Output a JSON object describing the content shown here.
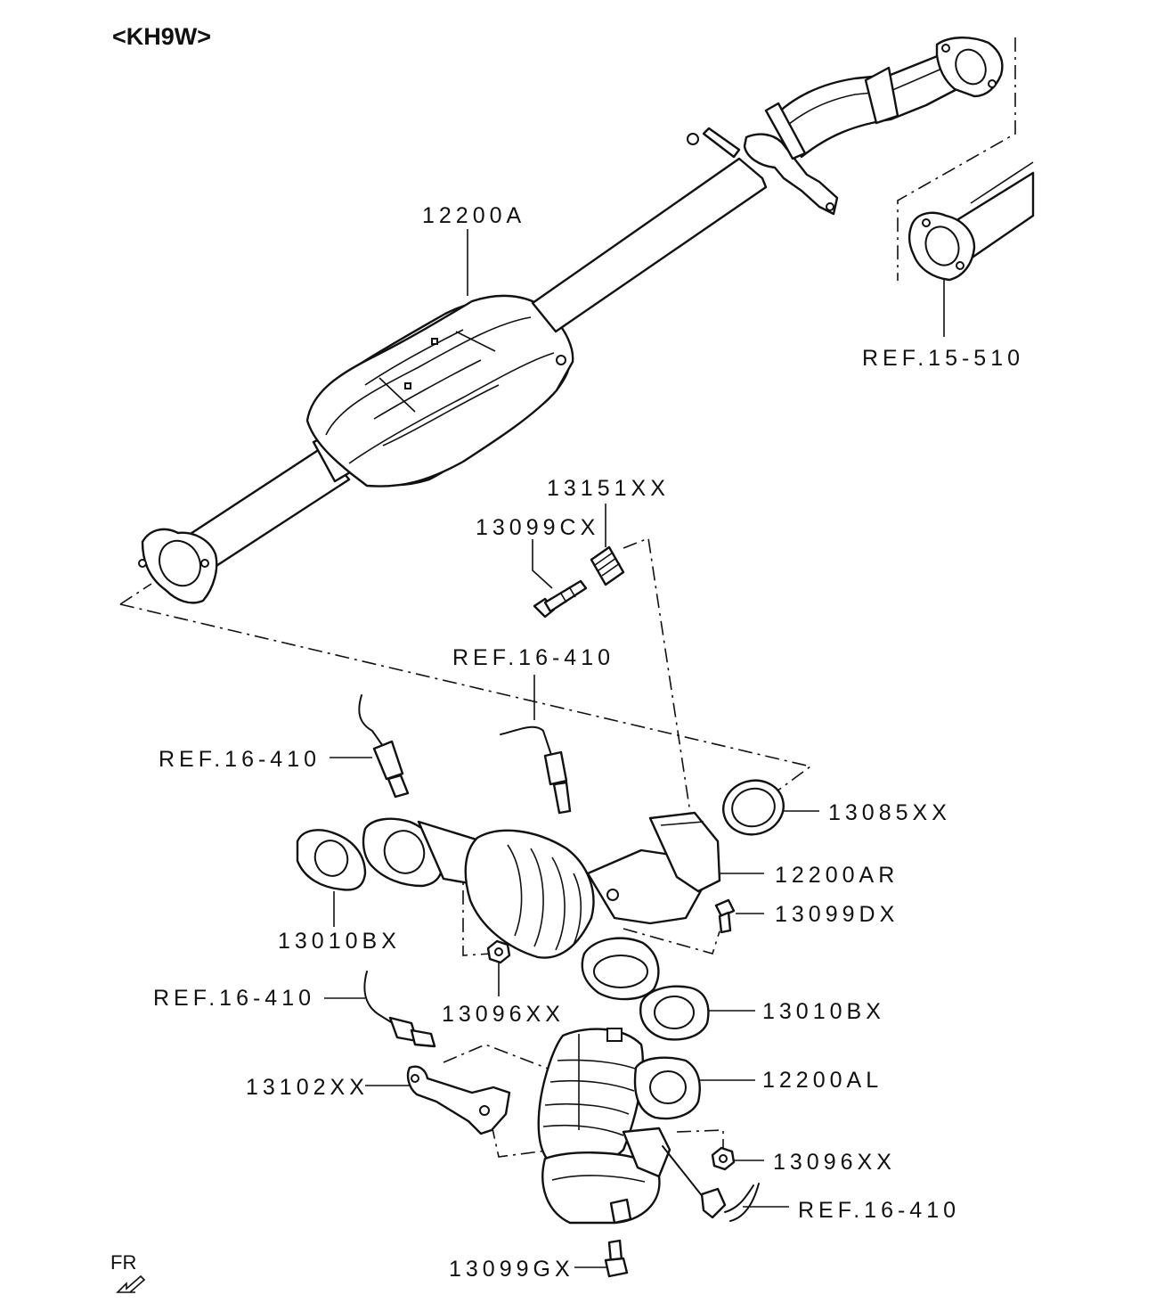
{
  "title": "<KH9W>",
  "orientation": "FR",
  "labels": {
    "cat_rear_pipe": "12200A",
    "ref_15_510": "REF.15-510",
    "stud_13151": "13151XX",
    "bolt_13099cx": "13099CX",
    "ref_top": "REF.16-410",
    "ref_left": "REF.16-410",
    "seal_ring": "13085XX",
    "cat_right": "12200AR",
    "bolt_13099dx": "13099DX",
    "gasket_left": "13010BX",
    "nut_upper": "13096XX",
    "ref_lower_left": "REF.16-410",
    "gasket_right": "13010BX",
    "bracket": "13102XX",
    "cat_left": "12200AL",
    "nut_lower": "13096XX",
    "ref_lower_right": "REF.16-410",
    "bolt_13099gx": "13099GX"
  }
}
